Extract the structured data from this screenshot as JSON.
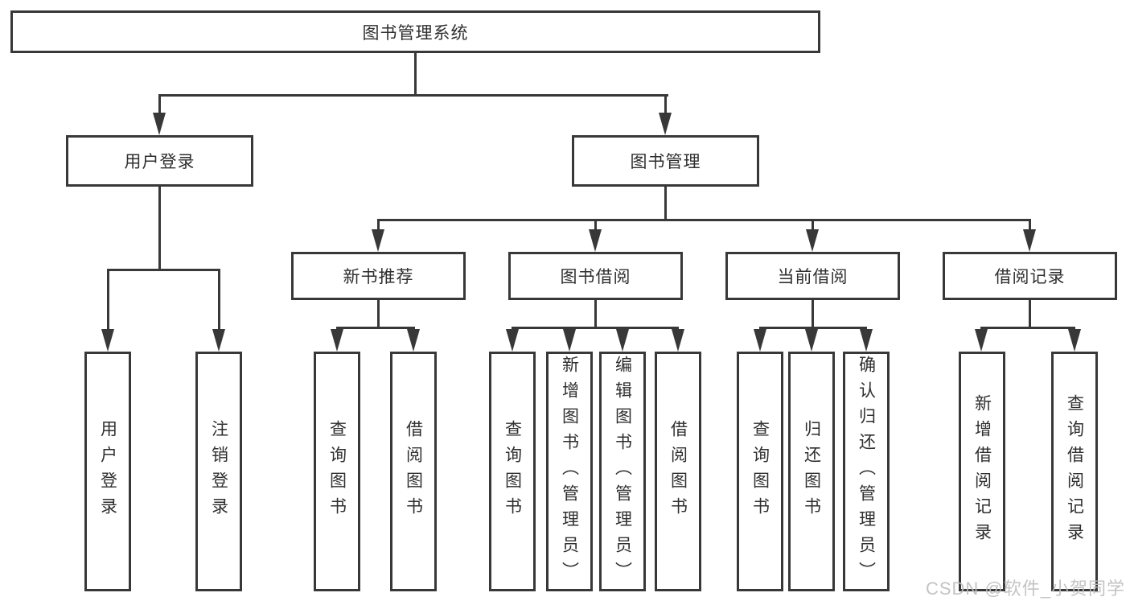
{
  "tree": {
    "root": "图书管理系统",
    "branches": [
      {
        "label": "用户登录",
        "children": [
          "用户登录",
          "注销登录"
        ]
      },
      {
        "label": "图书管理",
        "sections": [
          {
            "label": "新书推荐",
            "children": [
              "查询图书",
              "借阅图书"
            ]
          },
          {
            "label": "图书借阅",
            "children": [
              "查询图书",
              "新增图书（管理员）",
              "编辑图书（管理员）",
              "借阅图书"
            ]
          },
          {
            "label": "当前借阅",
            "children": [
              "查询图书",
              "归还图书",
              "确认归还（管理员）"
            ]
          },
          {
            "label": "借阅记录",
            "children": [
              "新增借阅记录",
              "查询借阅记录"
            ]
          }
        ]
      }
    ]
  },
  "watermark": "CSDN @软件_小贺同学",
  "colors": {
    "line": "#383838",
    "text": "#2f2f2f",
    "watermark": "#bdbdbd",
    "background": "#ffffff",
    "node_fill": "#ffffff"
  }
}
